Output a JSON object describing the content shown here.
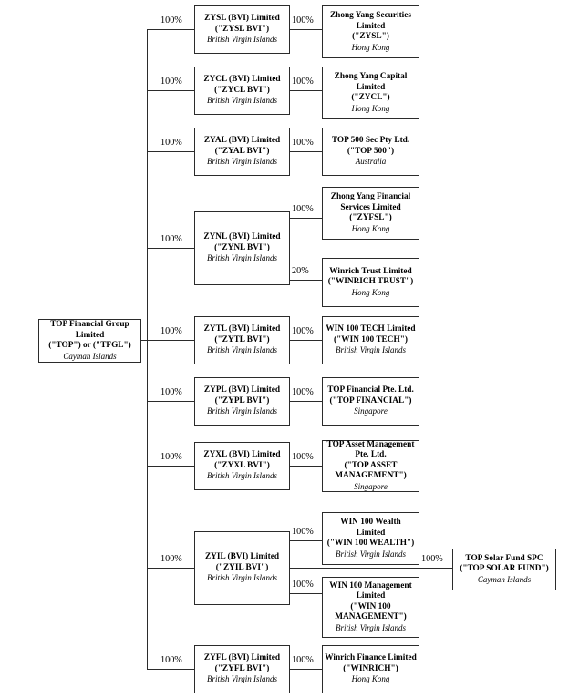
{
  "diagram": {
    "title": "TOP Financial Group Limited Corporate Structure",
    "type": "organizational-ownership-chart",
    "line_color": "#2b2b2b",
    "background_color": "#ffffff"
  },
  "root": {
    "name_line_1": "TOP Financial Group",
    "name_line_2": "Limited",
    "alias": "(\"TOP\") or (\"TFGL\")",
    "jurisdiction": "Cayman Islands"
  },
  "tier1": [
    {
      "id": "zysl",
      "name": "ZYSL (BVI) Limited",
      "alias": "(\"ZYSL BVI\")",
      "jurisdiction": "British Virgin Islands",
      "ownership_from_parent": "100%"
    },
    {
      "id": "zycl",
      "name": "ZYCL (BVI) Limited",
      "alias": "(\"ZYCL BVI\")",
      "jurisdiction": "British Virgin Islands",
      "ownership_from_parent": "100%"
    },
    {
      "id": "zyal",
      "name": "ZYAL (BVI) Limited",
      "alias": "(\"ZYAL BVI\")",
      "jurisdiction": "British Virgin Islands",
      "ownership_from_parent": "100%"
    },
    {
      "id": "zynl",
      "name": "ZYNL (BVI) Limited",
      "alias": "(\"ZYNL BVI\")",
      "jurisdiction": "British Virgin Islands",
      "ownership_from_parent": "100%"
    },
    {
      "id": "zytl",
      "name": "ZYTL (BVI) Limited",
      "alias": "(\"ZYTL BVI\")",
      "jurisdiction": "British Virgin Islands",
      "ownership_from_parent": "100%"
    },
    {
      "id": "zypl",
      "name": "ZYPL (BVI) Limited",
      "alias": "(\"ZYPL BVI\")",
      "jurisdiction": "British Virgin Islands",
      "ownership_from_parent": "100%"
    },
    {
      "id": "zyxl",
      "name": "ZYXL (BVI) Limited",
      "alias": "(\"ZYXL BVI\")",
      "jurisdiction": "British Virgin Islands",
      "ownership_from_parent": "100%"
    },
    {
      "id": "zyil",
      "name": "ZYIL (BVI) Limited",
      "alias": "(\"ZYIL BVI\")",
      "jurisdiction": "British Virgin Islands",
      "ownership_from_parent": "100%"
    },
    {
      "id": "zyfl",
      "name": "ZYFL (BVI) Limited",
      "alias": "(\"ZYFL BVI\")",
      "jurisdiction": "British Virgin Islands",
      "ownership_from_parent": "100%"
    }
  ],
  "tier2": [
    {
      "id": "zysl-op",
      "name_line_1": "Zhong Yang Securities",
      "name_line_2": "Limited",
      "alias": "(\"ZYSL\")",
      "jurisdiction": "Hong Kong",
      "ownership_from_parent": "100%",
      "parent": "zysl"
    },
    {
      "id": "zycl-op",
      "name_line_1": "Zhong Yang Capital",
      "name_line_2": "Limited",
      "alias": "(\"ZYCL\")",
      "jurisdiction": "Hong Kong",
      "ownership_from_parent": "100%",
      "parent": "zycl"
    },
    {
      "id": "top500",
      "name_line_1": "TOP 500 Sec Pty Ltd.",
      "name_line_2": "",
      "alias": "(\"TOP 500\")",
      "jurisdiction": "Australia",
      "ownership_from_parent": "100%",
      "parent": "zyal"
    },
    {
      "id": "zyfsl",
      "name_line_1": "Zhong Yang Financial",
      "name_line_2": "Services Limited",
      "alias": "(\"ZYFSL\")",
      "jurisdiction": "Hong Kong",
      "ownership_from_parent": "100%",
      "parent": "zynl"
    },
    {
      "id": "winrich-trust",
      "name_line_1": "Winrich Trust Limited",
      "name_line_2": "",
      "alias": "(\"WINRICH TRUST\")",
      "jurisdiction": "Hong Kong",
      "ownership_from_parent": "20%",
      "parent": "zynl"
    },
    {
      "id": "win100tech",
      "name_line_1": "WIN 100 TECH Limited",
      "name_line_2": "",
      "alias": "(\"WIN 100 TECH\")",
      "jurisdiction": "British Virgin Islands",
      "ownership_from_parent": "100%",
      "parent": "zytl"
    },
    {
      "id": "top-financial-pte",
      "name_line_1": "TOP Financial Pte. Ltd.",
      "name_line_2": "",
      "alias": "(\"TOP FINANCIAL\")",
      "jurisdiction": "Singapore",
      "ownership_from_parent": "100%",
      "parent": "zypl"
    },
    {
      "id": "top-asset-mgmt",
      "name_line_1": "TOP Asset Management",
      "name_line_2": "Pte. Ltd.",
      "alias_line_1": "(\"TOP ASSET",
      "alias_line_2": "MANAGEMENT\")",
      "jurisdiction": "Singapore",
      "ownership_from_parent": "100%",
      "parent": "zyxl"
    },
    {
      "id": "win100wealth",
      "name_line_1": "WIN 100 Wealth",
      "name_line_2": "Limited",
      "alias": "(\"WIN 100 WEALTH\")",
      "jurisdiction": "British Virgin Islands",
      "ownership_from_parent": "100%",
      "parent": "zyil"
    },
    {
      "id": "win100mgmt",
      "name_line_1": "WIN 100 Management",
      "name_line_2": "Limited",
      "alias_line_1": "(\"WIN 100",
      "alias_line_2": "MANAGEMENT\")",
      "jurisdiction": "British Virgin Islands",
      "ownership_from_parent": "100%",
      "parent": "zyil"
    },
    {
      "id": "winrich-finance",
      "name_line_1": "Winrich Finance Limited",
      "name_line_2": "",
      "alias": "(\"WINRICH\")",
      "jurisdiction": "Hong Kong",
      "ownership_from_parent": "100%",
      "parent": "zyfl"
    }
  ],
  "tier3": [
    {
      "id": "top-solar",
      "name_line_1": "TOP Solar Fund SPC",
      "alias": "(\"TOP SOLAR FUND\")",
      "jurisdiction": "Cayman Islands",
      "ownership_from_parent": "100%",
      "parent": "zyil"
    }
  ]
}
